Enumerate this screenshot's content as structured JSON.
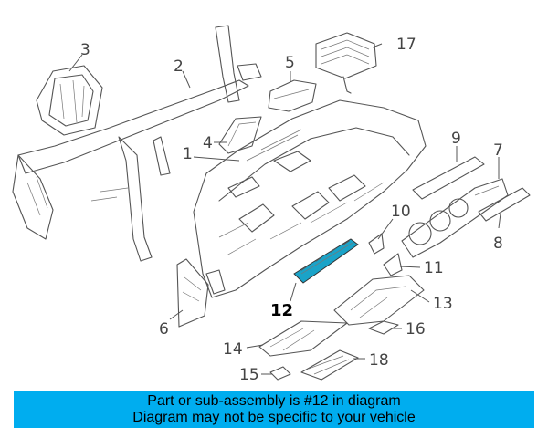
{
  "diagram": {
    "highlight_color": "#1aa3c8",
    "callouts": [
      {
        "id": "1",
        "label": "1"
      },
      {
        "id": "2",
        "label": "2"
      },
      {
        "id": "3",
        "label": "3"
      },
      {
        "id": "4",
        "label": "4"
      },
      {
        "id": "5",
        "label": "5"
      },
      {
        "id": "6",
        "label": "6"
      },
      {
        "id": "7",
        "label": "7"
      },
      {
        "id": "8",
        "label": "8"
      },
      {
        "id": "9",
        "label": "9"
      },
      {
        "id": "10",
        "label": "10"
      },
      {
        "id": "11",
        "label": "11"
      },
      {
        "id": "12",
        "label": "12"
      },
      {
        "id": "13",
        "label": "13"
      },
      {
        "id": "14",
        "label": "14"
      },
      {
        "id": "15",
        "label": "15"
      },
      {
        "id": "16",
        "label": "16"
      },
      {
        "id": "17",
        "label": "17"
      },
      {
        "id": "18",
        "label": "18"
      }
    ]
  },
  "banner": {
    "background": "#00adef",
    "line1": "Part or sub-assembly is #12 in diagram",
    "line2": "Diagram may not be specific to your vehicle"
  }
}
